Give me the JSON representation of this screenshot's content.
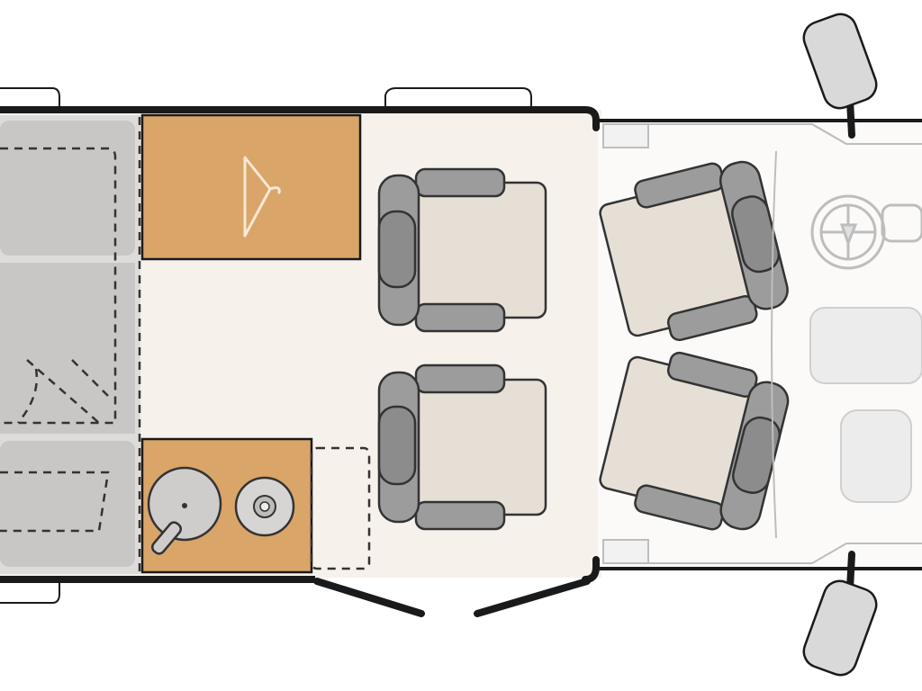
{
  "diagram": {
    "type": "floor-plan",
    "subject": "campervan",
    "colors": {
      "floor": "#f7f1eb",
      "wall": "#1a1a1a",
      "furniture": "#d9a569",
      "bed": "#cfcdcb",
      "seat_frame": "#9c9c9c",
      "seat_cushion": "#e6dfd6",
      "cab_line": "#bdbdbd",
      "accent_white": "#f9f4ee"
    },
    "icons": [
      "hanger-icon",
      "sink-icon",
      "stove-icon",
      "steering-wheel-icon"
    ],
    "seats": 4,
    "doors": [
      "sliding-door",
      "cab-door-left",
      "cab-door-right"
    ],
    "text": []
  }
}
